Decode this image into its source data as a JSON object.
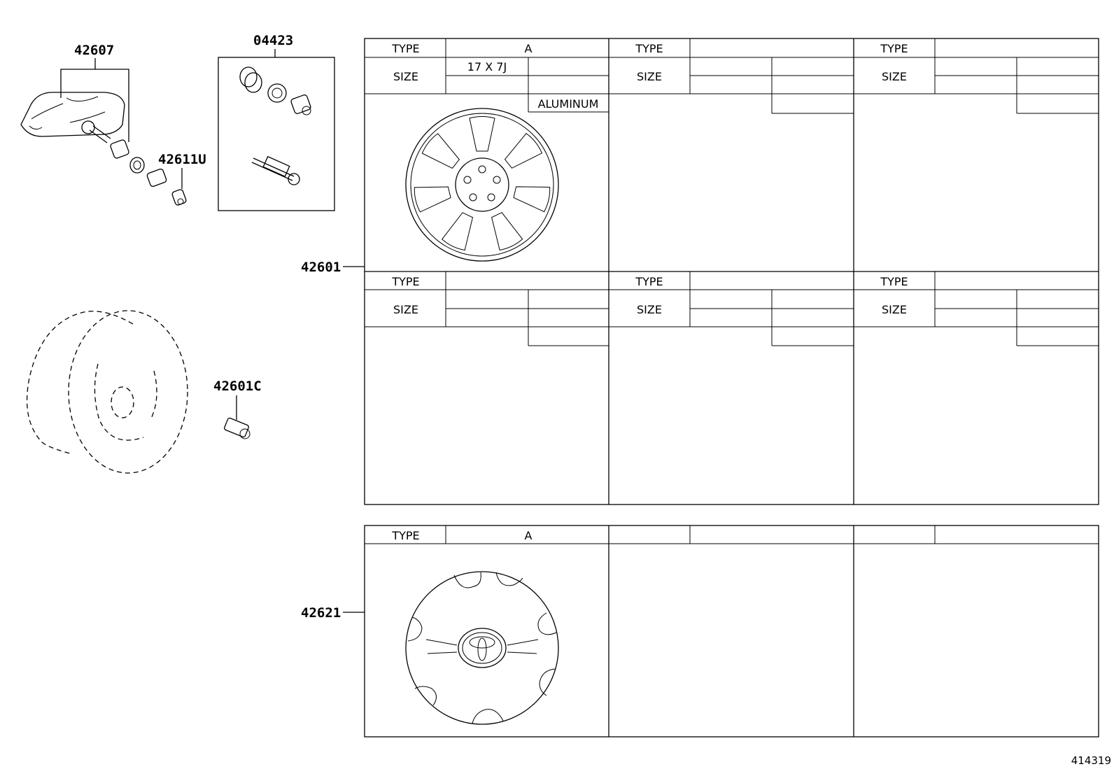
{
  "parts": {
    "p42607": "42607",
    "p04423": "04423",
    "p42611u": "42611U",
    "p42601": "42601",
    "p42601c": "42601C",
    "p42621": "42621"
  },
  "wheel_table": {
    "panels": [
      {
        "type_label": "TYPE",
        "type_value": "A",
        "size_label": "SIZE",
        "size_value": "17 X 7J",
        "material": "ALUMINUM"
      },
      {
        "type_label": "TYPE",
        "type_value": "",
        "size_label": "SIZE",
        "size_value": "",
        "material": ""
      },
      {
        "type_label": "TYPE",
        "type_value": "",
        "size_label": "SIZE",
        "size_value": "",
        "material": ""
      },
      {
        "type_label": "TYPE",
        "type_value": "",
        "size_label": "SIZE",
        "size_value": "",
        "material": ""
      },
      {
        "type_label": "TYPE",
        "type_value": "",
        "size_label": "SIZE",
        "size_value": "",
        "material": ""
      },
      {
        "type_label": "TYPE",
        "type_value": "",
        "size_label": "SIZE",
        "size_value": "",
        "material": ""
      }
    ]
  },
  "cap_table": {
    "panels": [
      {
        "type_label": "TYPE",
        "type_value": "A"
      },
      {
        "type_label": "",
        "type_value": ""
      },
      {
        "type_label": "",
        "type_value": ""
      }
    ]
  },
  "diagram_id": "414319",
  "icons": [
    "tpms-sensor-icon",
    "valve-grommet-icon",
    "valve-core-icon",
    "valve-cap-icon",
    "valve-kit-icon",
    "alloy-wheel-icon",
    "tire-outline-icon",
    "lug-nut-icon",
    "wheel-cap-icon"
  ]
}
